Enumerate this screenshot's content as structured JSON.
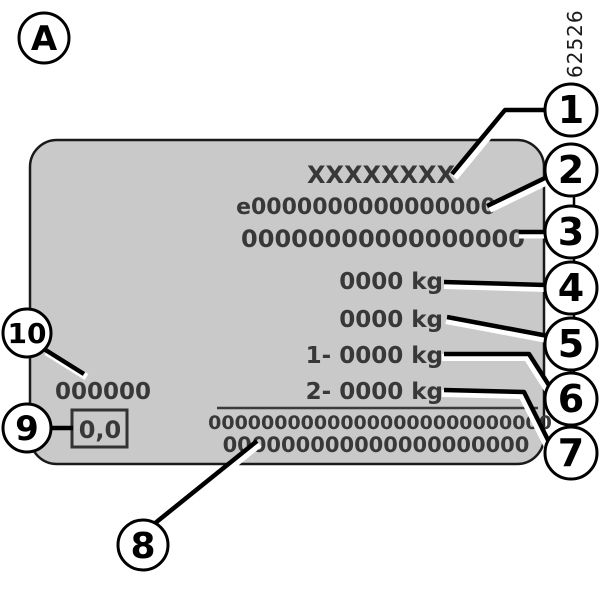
{
  "figure": {
    "view_label": "A",
    "figure_number": "62526",
    "plate_color": "#c9c9c9",
    "plate_border_color": "#1a1a1a",
    "text_color": "#383838"
  },
  "plate": {
    "line1": "XXXXXXXX",
    "line2": "e0000000000000000",
    "line3": "00000000000000000",
    "line4": "0000 kg",
    "line5": "0000 kg",
    "line6": "1- 0000 kg",
    "line7": "2- 0000 kg",
    "left_code": "000000",
    "boxed_value": "0,0",
    "bottom_line1": "00000000000000000000000000",
    "bottom_line2": "000000000000000000000"
  },
  "callouts": {
    "c1": "1",
    "c2": "2",
    "c3": "3",
    "c4": "4",
    "c5": "5",
    "c6": "6",
    "c7": "7",
    "c8": "8",
    "c9": "9",
    "c10": "10"
  }
}
